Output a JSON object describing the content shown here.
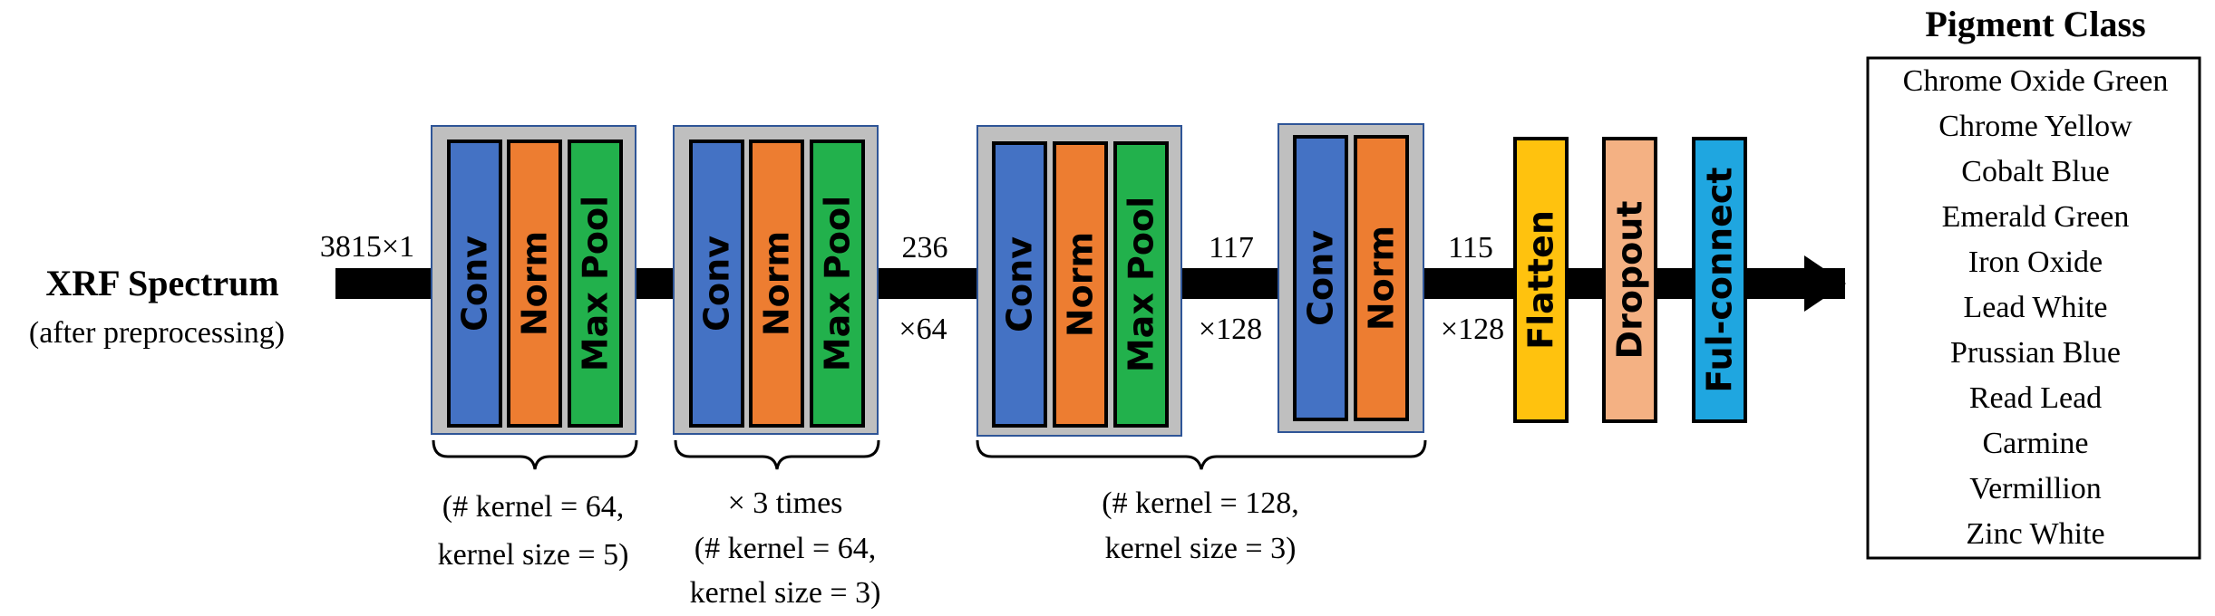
{
  "input": {
    "title": "XRF Spectrum",
    "subtitle": "(after preprocessing)",
    "dim": "3815×1"
  },
  "colors": {
    "conv": "#4472C4",
    "norm": "#ED7D31",
    "maxpool": "#22B14C",
    "flatten": "#FFC20E",
    "dropout": "#F4B183",
    "fulconnect": "#1FA6E0",
    "group_bg": "#BFBFBF",
    "group_border": "#2F5597",
    "arrow": "#000000"
  },
  "layer_labels": {
    "conv": "Conv",
    "norm": "Norm",
    "maxpool": "Max Pool",
    "flatten": "Flatten",
    "dropout": "Dropout",
    "fulconnect": "Ful-connect"
  },
  "dims": {
    "d1_top": "236",
    "d1_bottom": "×64",
    "d2_top": "117",
    "d2_bottom": "×128",
    "d3_top": "115",
    "d3_bottom": "×128"
  },
  "annotations": {
    "block1": [
      "(# kernel = 64,",
      "kernel size = 5)"
    ],
    "block2": [
      "× 3 times",
      "(# kernel = 64,",
      "kernel size = 3)"
    ],
    "block34": [
      "(# kernel = 128,",
      "kernel size = 3)"
    ]
  },
  "output": {
    "title": "Pigment Class",
    "classes": [
      "Chrome Oxide Green",
      "Chrome Yellow",
      "Cobalt Blue",
      "Emerald Green",
      "Iron Oxide",
      "Lead White",
      "Prussian Blue",
      "Read Lead",
      "Carmine",
      "Vermillion",
      "Zinc White"
    ]
  }
}
